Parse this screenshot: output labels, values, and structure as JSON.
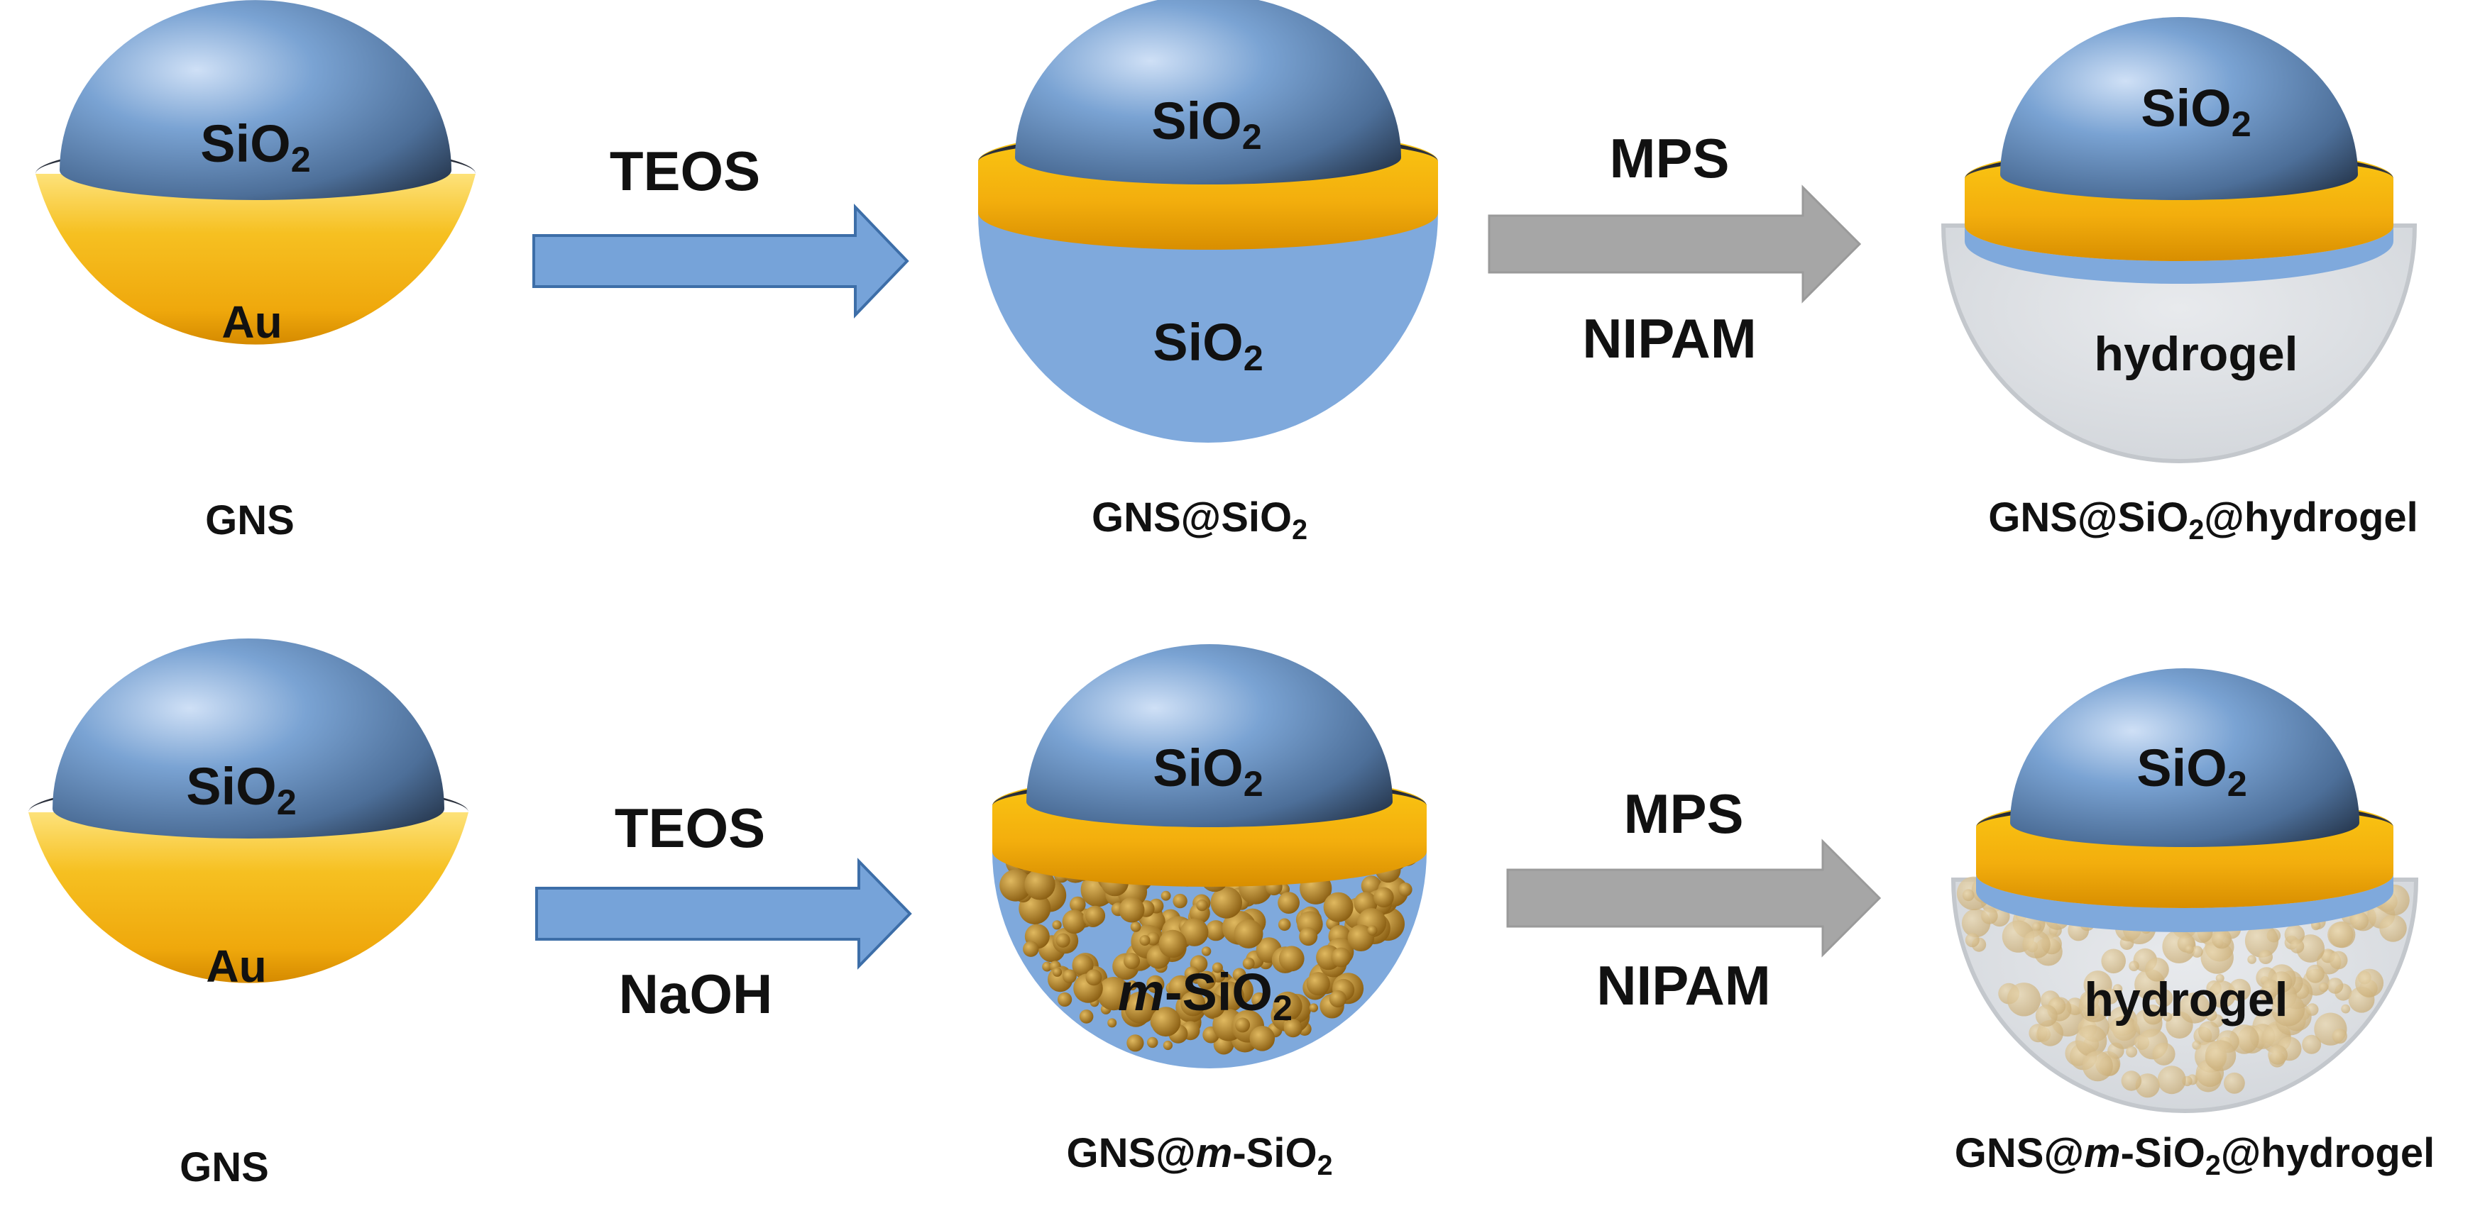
{
  "colors": {
    "gold": "#f2b112",
    "gold_light": "#fde27a",
    "gold_dark": "#d58a00",
    "silica_shell": "#7fa9dc",
    "silica_core": "#5d86b6",
    "hydrogel": "#dfe2e6",
    "arrow_blue": "#76a3d9",
    "arrow_gray": "#a6a6a6",
    "pore_brown": "#b48526"
  },
  "row1": {
    "particle1": {
      "top_label": "SiO",
      "top_sub": "2",
      "body_label": "Au",
      "caption": "GNS"
    },
    "arrow1": {
      "top": "TEOS"
    },
    "particle2": {
      "top_label": "SiO",
      "top_sub": "2",
      "body_label": "SiO",
      "body_sub": "2",
      "caption_pre": "GNS@SiO",
      "caption_sub": "2",
      "caption_post": ""
    },
    "arrow2": {
      "top": "MPS",
      "bottom": "NIPAM"
    },
    "particle3": {
      "top_label": "SiO",
      "top_sub": "2",
      "body_label": "hydrogel",
      "caption_pre": "GNS@SiO",
      "caption_sub": "2",
      "caption_post": "@hydrogel"
    }
  },
  "row2": {
    "particle1": {
      "top_label": "SiO",
      "top_sub": "2",
      "body_label": "Au",
      "caption": "GNS"
    },
    "arrow1": {
      "top": "TEOS",
      "bottom": "NaOH"
    },
    "particle2": {
      "top_label": "SiO",
      "top_sub": "2",
      "body_prefix": "m",
      "body_label": "-SiO",
      "body_sub": "2",
      "caption_pre": "GNS@",
      "caption_italic": "m",
      "caption_mid": "-SiO",
      "caption_sub": "2",
      "caption_post": ""
    },
    "arrow2": {
      "top": "MPS",
      "bottom": "NIPAM"
    },
    "particle3": {
      "top_label": "SiO",
      "top_sub": "2",
      "body_label": "hydrogel",
      "caption_pre": "GNS@",
      "caption_italic": "m",
      "caption_mid": "-SiO",
      "caption_sub": "2",
      "caption_post": "@hydrogel"
    }
  }
}
